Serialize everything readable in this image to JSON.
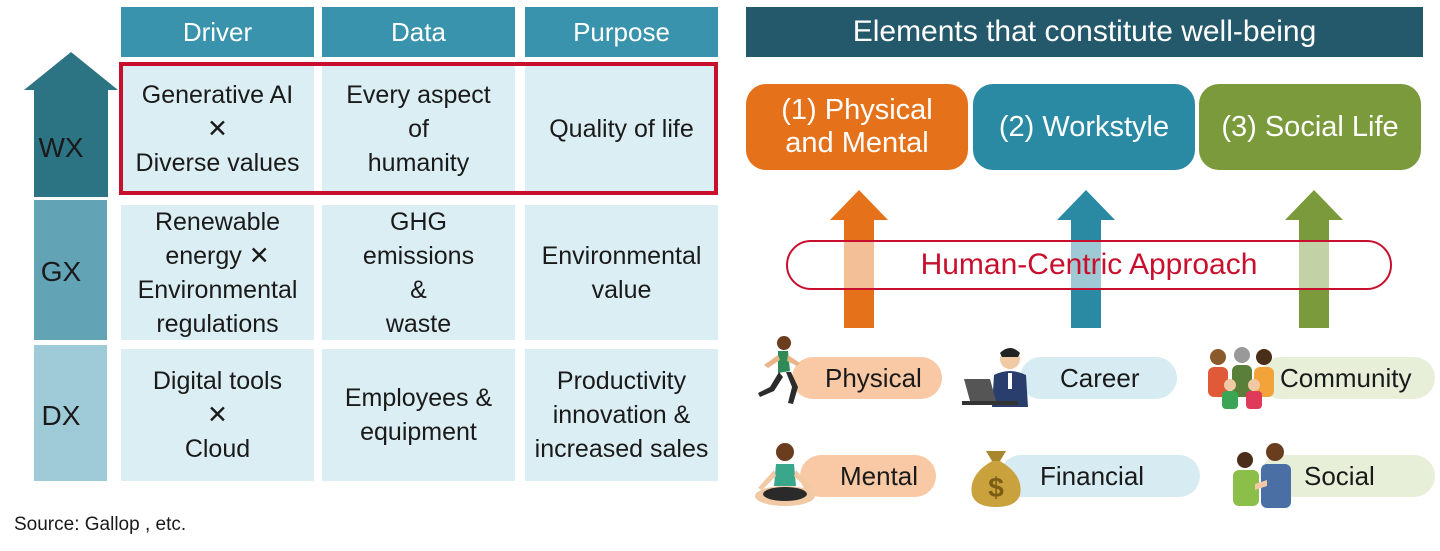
{
  "left_arrow": {
    "levels": [
      {
        "label": "WX",
        "color": "#2c7384"
      },
      {
        "label": "GX",
        "color": "#62a3b6"
      },
      {
        "label": "DX",
        "color": "#9fcad8"
      }
    ]
  },
  "table": {
    "headers": [
      "Driver",
      "Data",
      "Purpose"
    ],
    "rows": [
      {
        "driver": "Generative AI\n✕\nDiverse values",
        "data": "Every aspect\nof\nhumanity",
        "purpose": "Quality of life"
      },
      {
        "driver": "Renewable\nenergy ✕\nEnvironmental\nregulations",
        "data": "GHG\nemissions\n&\nwaste",
        "purpose": "Environmental\nvalue"
      },
      {
        "driver": "Digital tools\n✕\nCloud",
        "data": "Employees &\nequipment",
        "purpose": "Productivity\ninnovation &\nincreased sales"
      }
    ],
    "highlight_color": "#c8102e"
  },
  "source": "Source: Gallop , etc.",
  "wellbeing": {
    "title": "Elements that constitute well-being",
    "pillars": [
      {
        "label": "(1) Physical\nand Mental",
        "color": "#e5711a"
      },
      {
        "label": "(2) Workstyle",
        "color": "#2b8aa3"
      },
      {
        "label": "(3) Social Life",
        "color": "#7a9a3b"
      }
    ],
    "approach": "Human-Centric Approach",
    "items": [
      {
        "label": "Physical",
        "icon": "runner-icon",
        "color": "#f8c9a4"
      },
      {
        "label": "Career",
        "icon": "laptop-worker-icon",
        "color": "#d6ebf2"
      },
      {
        "label": "Community",
        "icon": "family-icon",
        "color": "#e8efd9"
      },
      {
        "label": "Mental",
        "icon": "meditation-icon",
        "color": "#f8c9a4"
      },
      {
        "label": "Financial",
        "icon": "money-bag-icon",
        "color": "#d6ebf2"
      },
      {
        "label": "Social",
        "icon": "people-talking-icon",
        "color": "#e8efd9"
      }
    ]
  }
}
